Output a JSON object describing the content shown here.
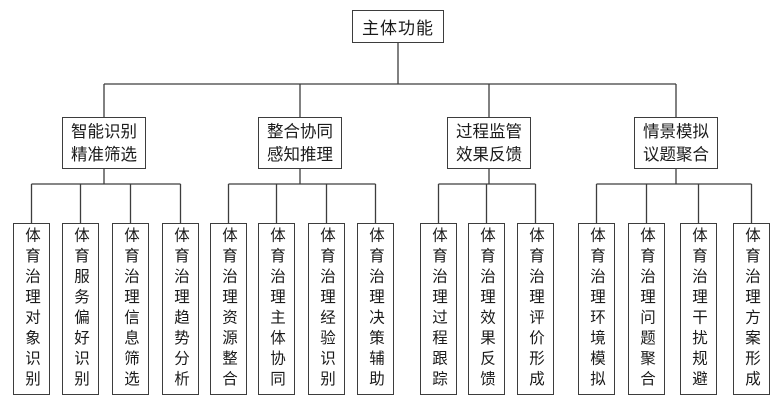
{
  "diagram": {
    "title": "主体功能",
    "colors": {
      "line": "#3d3d3d",
      "border": "#3d3d3d",
      "background": "#ffffff",
      "text": "#1a1a1a"
    },
    "root": {
      "label": "主体功能"
    },
    "branches": [
      {
        "label": [
          "智能识别",
          "精准筛选"
        ],
        "leaves": [
          "体育治理对象识别",
          "体育服务偏好识别",
          "体育治理信息筛选",
          "体育治理趋势分析"
        ]
      },
      {
        "label": [
          "整合协同",
          "感知推理"
        ],
        "leaves": [
          "体育治理资源整合",
          "体育治理主体协同",
          "体育治理经验识别",
          "体育治理决策辅助"
        ]
      },
      {
        "label": [
          "过程监管",
          "效果反馈"
        ],
        "leaves": [
          "体育治理过程跟踪",
          "体育治理效果反馈",
          "体育治理评价形成"
        ]
      },
      {
        "label": [
          "情景模拟",
          "议题聚合"
        ],
        "leaves": [
          "体育治理环境模拟",
          "体育治理问题聚合",
          "体育治理干扰规避",
          "体育治理方案形成"
        ]
      }
    ]
  }
}
